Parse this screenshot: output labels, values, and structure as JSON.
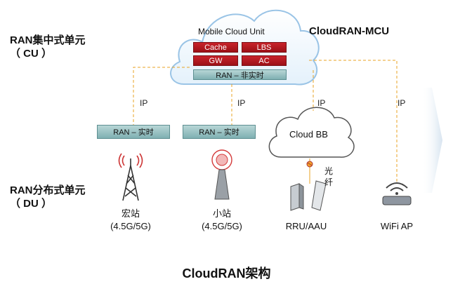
{
  "cu_label_line1": "RAN集中式单元",
  "cu_label_line2": "（ CU ）",
  "du_label_line1": "RAN分布式单元",
  "du_label_line2": "（ DU ）",
  "mcu_title": "CloudRAN-MCU",
  "mobile_cloud_unit": "Mobile Cloud Unit",
  "cache": "Cache",
  "lbs": "LBS",
  "gw": "GW",
  "ac": "AC",
  "ran_non_realtime": "RAN – 非实时",
  "ran_realtime": "RAN – 实时",
  "ip": "IP",
  "cloud_bb": "Cloud BB",
  "fiber_char1": "光",
  "fiber_char2": "纤",
  "macro_line1": "宏站",
  "macro_line2": "(4.5G/5G)",
  "small_line1": "小站",
  "small_line2": "(4.5G/5G)",
  "rru": "RRU/AAU",
  "wifi": "WiFi AP",
  "bottom_title": "CloudRAN架构"
}
